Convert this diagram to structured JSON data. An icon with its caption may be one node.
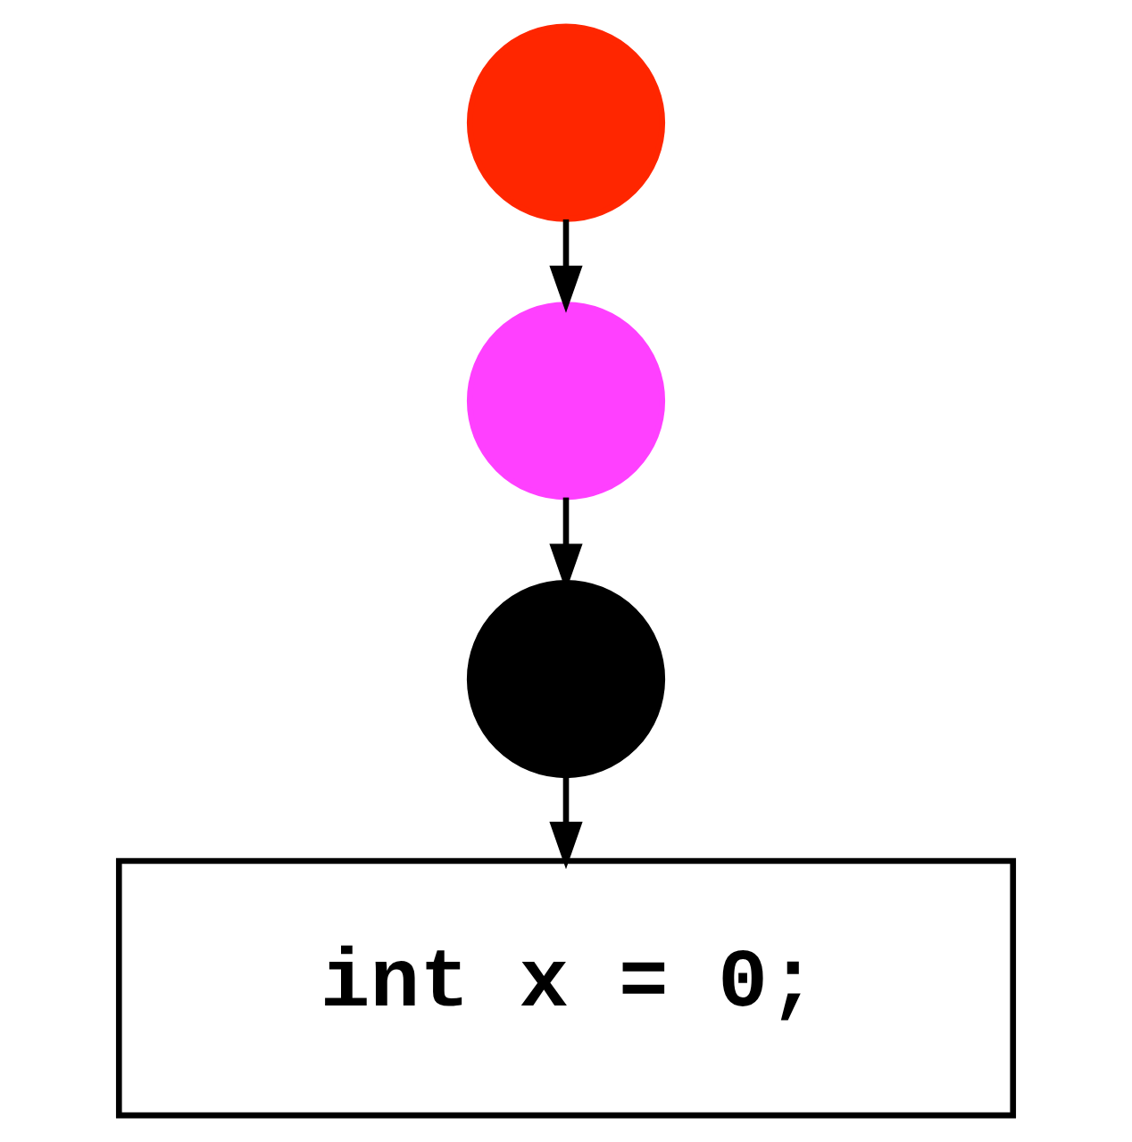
{
  "diagram": {
    "nodes": [
      {
        "text": [],
        "shape": "circle"
      },
      {
        "text": [],
        "shape": "circle"
      },
      {
        "text": [],
        "shape": "circle"
      },
      {
        "text": [
          "int x = 0;"
        ]
      }
    ],
    "edges": [
      {
        "from": 0,
        "to": 1,
        "arrow": "to"
      },
      {
        "from": 1,
        "to": 2,
        "arrow": "to"
      },
      {
        "from": 2,
        "to": 3,
        "arrow": "to"
      }
    ]
  }
}
